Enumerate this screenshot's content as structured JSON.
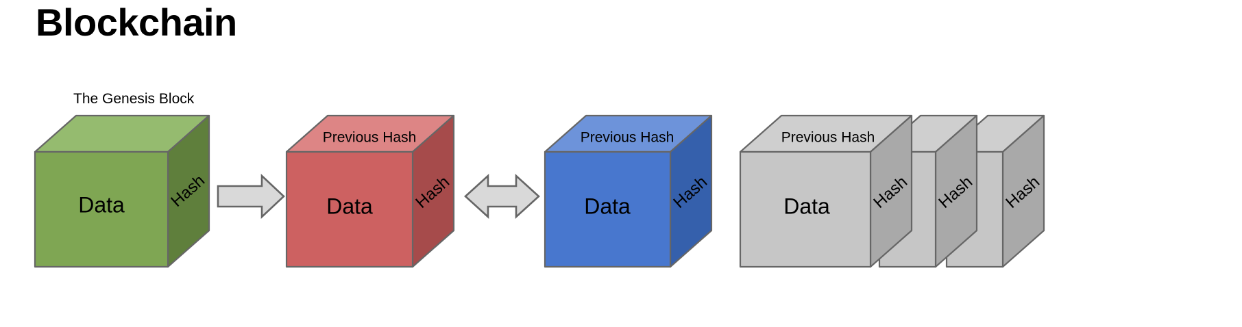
{
  "page": {
    "title": "Blockchain",
    "background_color": "#ffffff"
  },
  "diagram": {
    "type": "blockchain-cube-chain",
    "caption": "The Genesis Block",
    "labels": {
      "data": "Data",
      "hash": "Hash",
      "previous_hash": "Previous Hash"
    },
    "stroke_color": "#666666",
    "text_color": "#000000",
    "blocks": [
      {
        "id": "genesis-block",
        "name": "genesis-block",
        "caption": "The Genesis Block",
        "front_label": "Data",
        "top_label": "",
        "side_label": "Hash",
        "colors": {
          "front": "#7fa653",
          "top": "#95bb6f",
          "side": "#5f7f3c"
        }
      },
      {
        "id": "block-2",
        "name": "red-block",
        "caption": "",
        "front_label": "Data",
        "top_label": "Previous Hash",
        "side_label": "Hash",
        "colors": {
          "front": "#cd6161",
          "top": "#dd8585",
          "side": "#a64b4b"
        }
      },
      {
        "id": "block-3",
        "name": "blue-block",
        "caption": "",
        "front_label": "Data",
        "top_label": "Previous Hash",
        "side_label": "Hash",
        "colors": {
          "front": "#4877ce",
          "top": "#6d93da",
          "side": "#3560ac"
        }
      },
      {
        "id": "block-4a",
        "name": "gray-block-1",
        "caption": "",
        "front_label": "Data",
        "top_label": "Previous Hash",
        "side_label": "Hash",
        "colors": {
          "front": "#c6c6c6",
          "top": "#cfcfcf",
          "side": "#a9a9a9"
        }
      },
      {
        "id": "block-4b",
        "name": "gray-block-2",
        "caption": "",
        "front_label": "",
        "top_label": "",
        "side_label": "Hash",
        "colors": {
          "front": "#c6c6c6",
          "top": "#cfcfcf",
          "side": "#a9a9a9"
        }
      },
      {
        "id": "block-4c",
        "name": "gray-block-3",
        "caption": "",
        "front_label": "",
        "top_label": "",
        "side_label": "Hash",
        "colors": {
          "front": "#c6c6c6",
          "top": "#cfcfcf",
          "side": "#a9a9a9"
        }
      }
    ],
    "connectors": [
      {
        "id": "arrow-1",
        "name": "arrow-right-genesis-to-red",
        "direction": "right",
        "fill": "#d9d9d9",
        "stroke": "#666666"
      },
      {
        "id": "arrow-2",
        "name": "arrow-double-red-to-blue",
        "direction": "both",
        "fill": "#d9d9d9",
        "stroke": "#666666"
      }
    ]
  }
}
